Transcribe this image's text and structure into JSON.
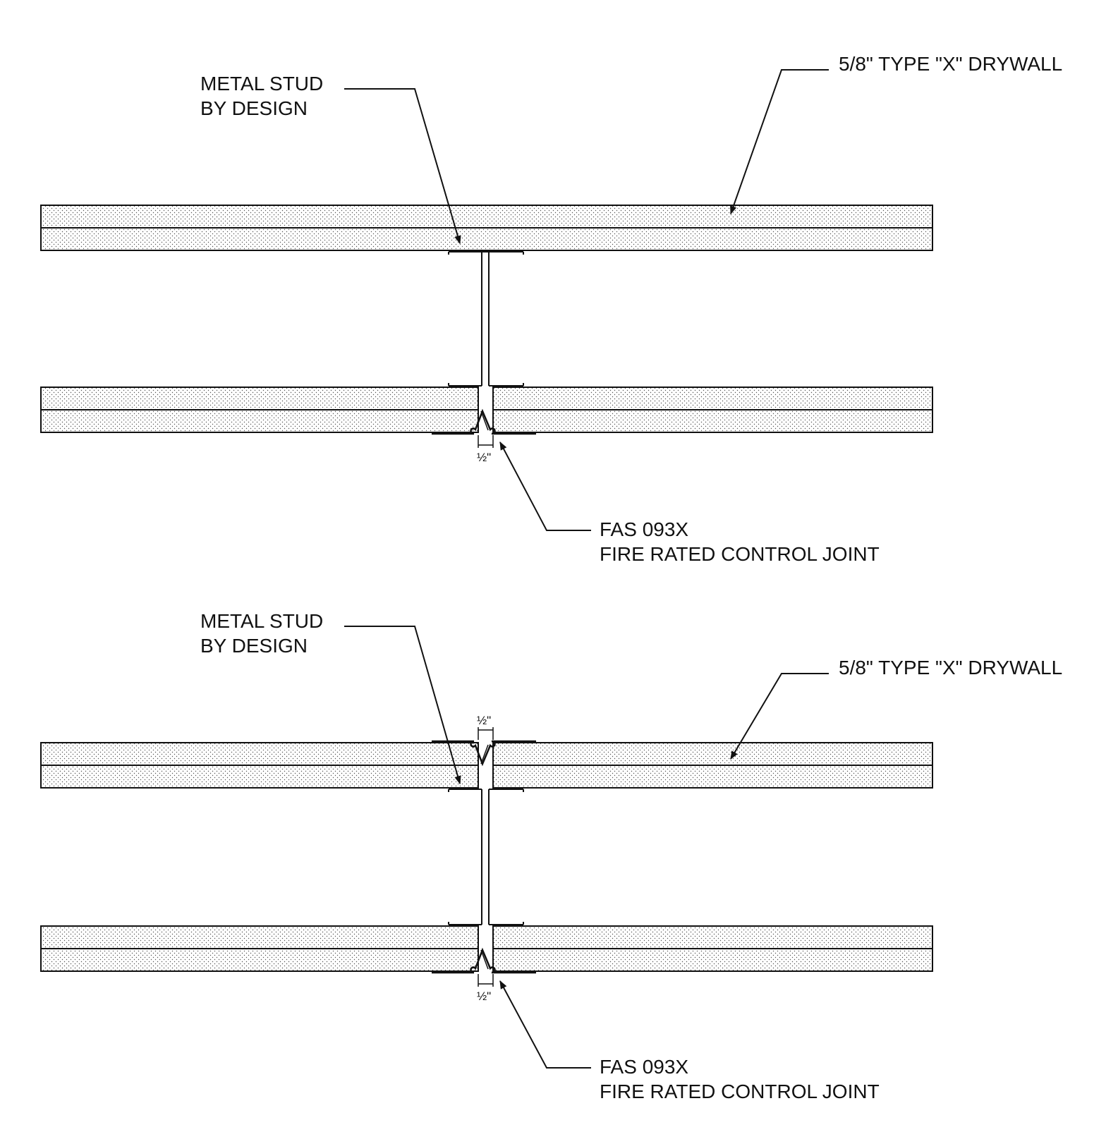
{
  "details": [
    {
      "stud_label": [
        "METAL STUD",
        "BY DESIGN"
      ],
      "drywall_label": "5/8\" TYPE \"X\" DRYWALL",
      "joint_label": [
        "FAS 093X",
        "FIRE RATED CONTROL JOINT"
      ],
      "gap_dimension": "½\""
    },
    {
      "stud_label": [
        "METAL STUD",
        "BY DESIGN"
      ],
      "drywall_label": "5/8\" TYPE \"X\" DRYWALL",
      "joint_label": [
        "FAS 093X",
        "FIRE RATED CONTROL JOINT"
      ],
      "gap_dimension_top": "½\"",
      "gap_dimension_bottom": "½\""
    }
  ]
}
